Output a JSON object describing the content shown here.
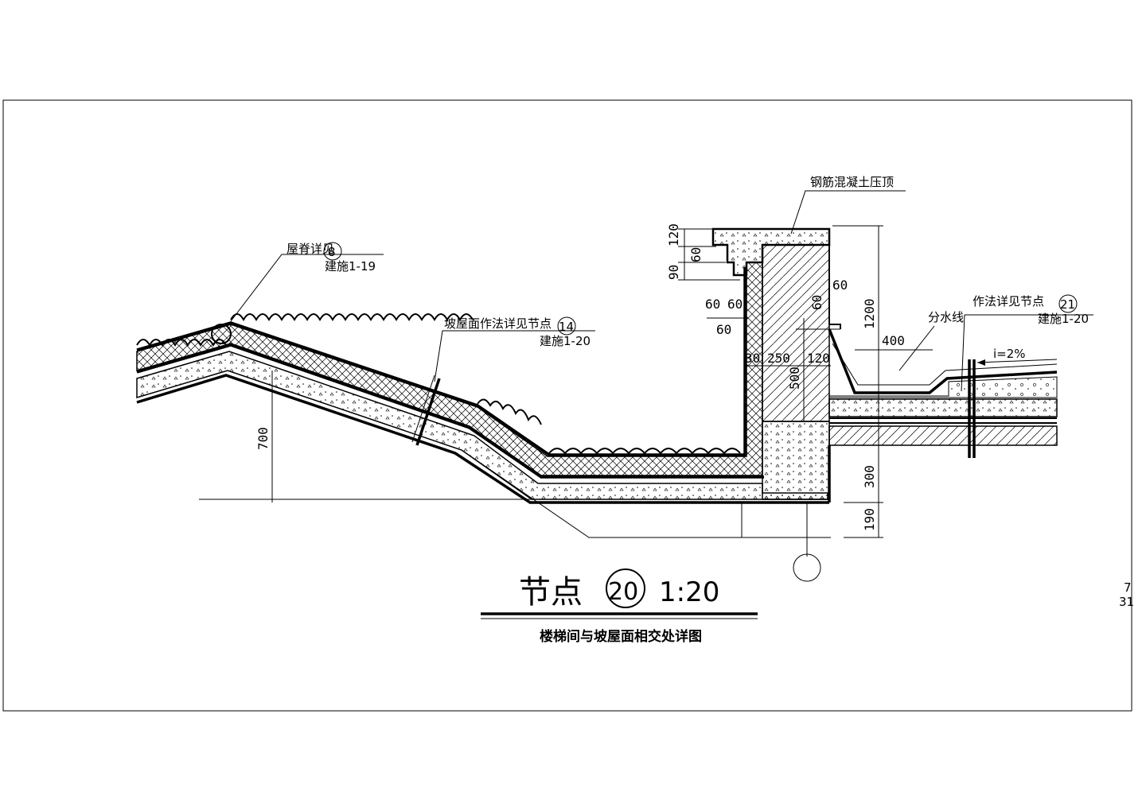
{
  "labels": {
    "ridge_ref": "屋脊详见",
    "ridge_ref_num": "8",
    "ridge_ref_sheet": "建施1-19",
    "slope_ref": "坡屋面作法详见节点",
    "slope_ref_num": "14",
    "slope_ref_sheet": "建施1-20",
    "coping": "钢筋混凝土压顶",
    "divider": "分水线",
    "method_ref": "作法详见节点",
    "method_ref_num": "21",
    "method_ref_sheet": "建施1-20",
    "slope_ratio": "i=2%"
  },
  "dimensions": {
    "d120": "120",
    "d60a": "60",
    "d90": "90",
    "d60b": "60",
    "d60c": "60",
    "d60d": "60",
    "d60e": "60",
    "d60f": "60",
    "d1200": "1200",
    "d400": "400",
    "d30": "30",
    "d250": "250",
    "d120b": "120",
    "d500": "500",
    "d700": "700",
    "d300": "300",
    "d190": "190"
  },
  "title": {
    "node": "节点",
    "node_num": "20",
    "scale": "1:20",
    "subtitle": "楼梯间与坡屋面相交处详图"
  },
  "sheet_number": {
    "top": "7",
    "bottom": "31"
  }
}
